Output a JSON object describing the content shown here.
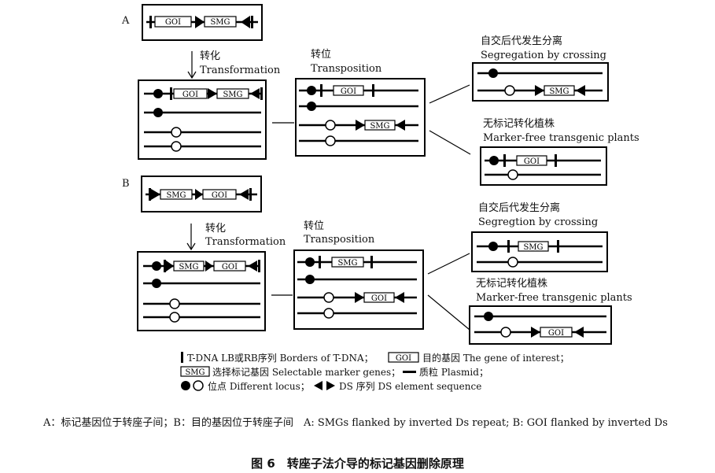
{
  "panels": {
    "a_letter": "A",
    "b_letter": "B",
    "transformation_zh": "转化",
    "transformation_en": "Transformation",
    "transposition_zh": "转位",
    "transposition_en": "Transposition",
    "segregation_zh": "自交后代发生分离",
    "segregation_en_a": "Segregation by crossing",
    "segregation_en_b": "Segregtion by crossing",
    "markerfree_zh": "无标记转化植株",
    "markerfree_en": "Marker-free transgenic plants"
  },
  "genes": {
    "goi": "GOI",
    "smg": "SMG"
  },
  "legend": {
    "border_text": "T-DNA LB或RB序列 Borders of T-DNA；",
    "goi_box": "GOI",
    "goi_text": "目的基因 The gene of interest；",
    "smg_box": "SMG",
    "smg_text": "选择标记基因 Selectable marker genes；",
    "plasmid_text": "质粒 Plasmid；",
    "locus_text": "位点 Different locus；",
    "ds_text": "DS 序列 DS element sequence"
  },
  "caption": "A：标记基因位于转座子间；B：目的基因位于转座子间　A: SMGs flanked by inverted Ds repeat; B: GOI flanked by inverted Ds",
  "figure_title": "图 6　转座子法介导的标记基因删除原理"
}
